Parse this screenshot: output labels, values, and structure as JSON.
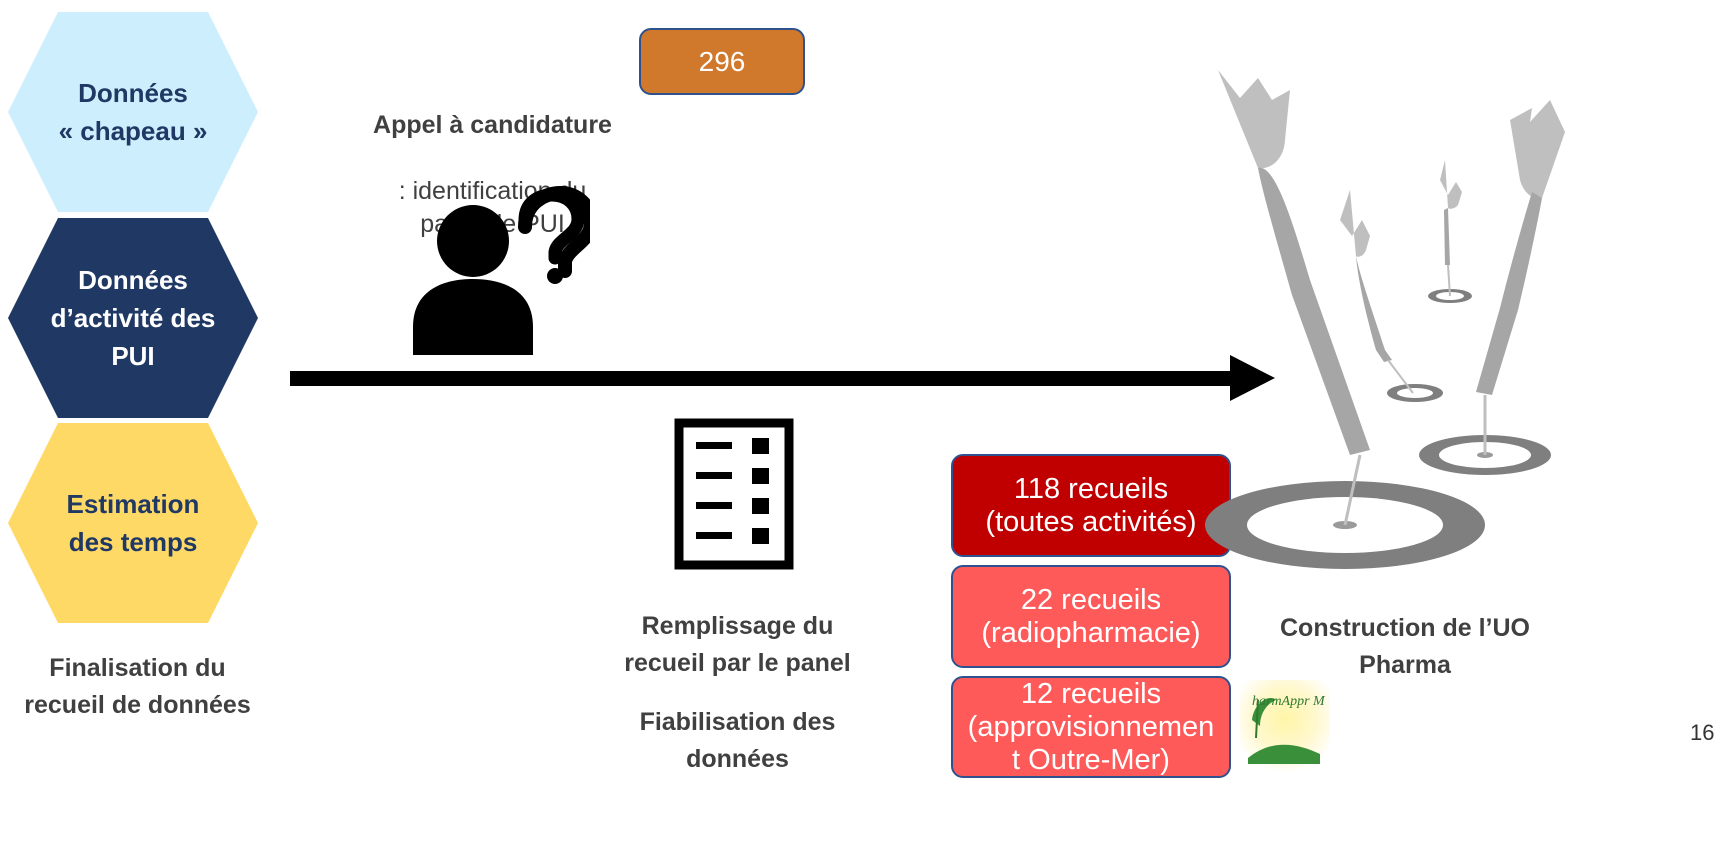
{
  "hexagons": [
    {
      "label": "Données\n« chapeau »",
      "fill": "#cdeefc",
      "text_color": "#1f3864"
    },
    {
      "label": "Données\nd’activité des\nPUI",
      "fill": "#203864",
      "text_color": "#ffffff"
    },
    {
      "label": "Estimation\ndes temps",
      "fill": "#ffd966",
      "text_color": "#1f3864"
    }
  ],
  "finalisation_label": "Finalisation du\nrecueil de données",
  "appel": {
    "title": "Appel à candidature",
    "rest": ": identification du\npanel de PUI",
    "count": "296",
    "count_color": "#d0782b"
  },
  "remplissage_label": "Remplissage du\nrecueil par le panel",
  "fiabilisation_label": "Fiabilisation des\ndonnées",
  "recueils": [
    {
      "text": "118 recueils\n(toutes activités)",
      "color": "#c00000"
    },
    {
      "text": "22 recueils\n(radiopharmacie)",
      "color": "#ff5a5a"
    },
    {
      "text": "12 recueils\n(approvisionnemen\nt Outre-Mer)",
      "color": "#ff5a5a"
    }
  ],
  "construction_label": "Construction de l’UO\nPharma",
  "logo_text": "harmAppr  M",
  "page_number": "16",
  "icons": [
    "person-question-icon",
    "checklist-icon",
    "darts-target-icon",
    "pharmappro-logo"
  ]
}
